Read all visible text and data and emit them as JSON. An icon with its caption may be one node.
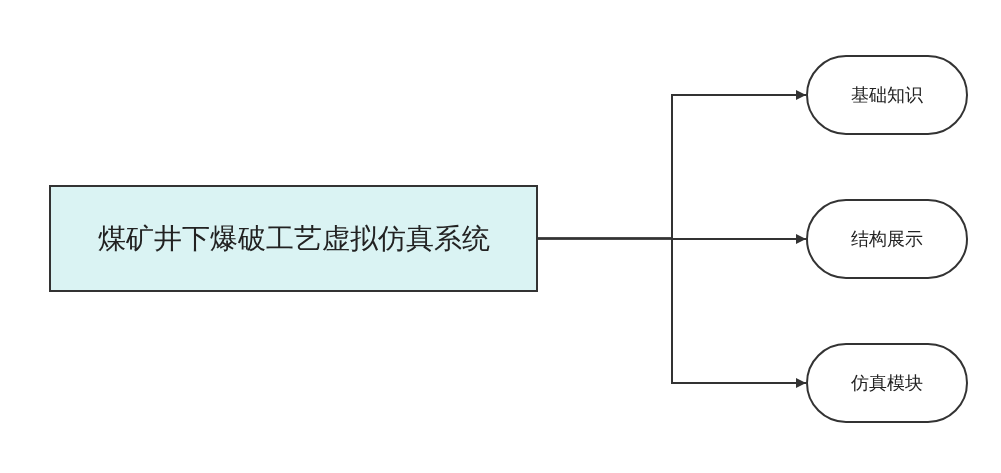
{
  "diagram": {
    "nodes": [
      {
        "text": [
          "煤矿井下爆破工艺虚拟仿真系统"
        ]
      },
      {
        "text": [
          "基础知识"
        ]
      },
      {
        "text": [
          "结构展示"
        ]
      },
      {
        "text": [
          "仿真模块"
        ]
      }
    ],
    "edges": [
      {
        "from": 0,
        "to": 1,
        "arrow": "to"
      },
      {
        "from": 0,
        "to": 2,
        "arrow": "to"
      },
      {
        "from": 0,
        "to": 3,
        "arrow": "to"
      }
    ]
  }
}
